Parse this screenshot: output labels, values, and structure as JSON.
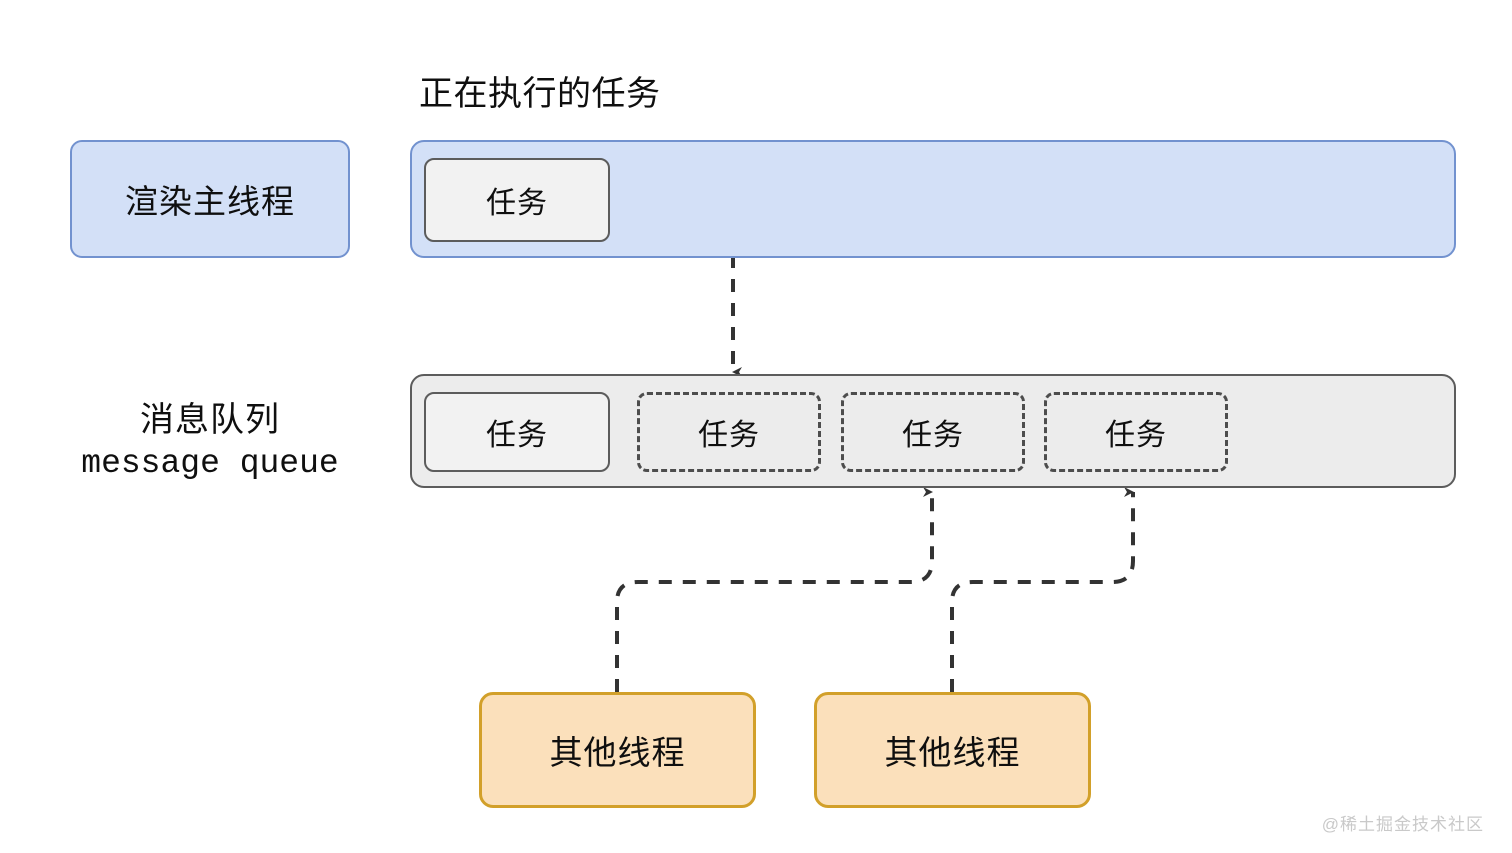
{
  "diagram": {
    "title": "正在执行的任务",
    "main_thread": {
      "label": "渲染主线程",
      "running_task_label": "任务"
    },
    "message_queue": {
      "label_cn": "消息队列",
      "label_en": "message queue",
      "tasks": [
        {
          "label": "任务",
          "style": "solid"
        },
        {
          "label": "任务",
          "style": "dashed"
        },
        {
          "label": "任务",
          "style": "dashed"
        },
        {
          "label": "任务",
          "style": "dashed"
        }
      ]
    },
    "workers": [
      {
        "label": "其他线程"
      },
      {
        "label": "其他线程"
      }
    ],
    "watermark": "@稀土掘金技术社区",
    "colors": {
      "thread_fill": "#d3e0f7",
      "thread_border": "#7292cf",
      "queue_fill": "#ececec",
      "queue_border": "#5c5c5c",
      "task_fill": "#f2f2f2",
      "task_border": "#5c5c5c",
      "dashed_border": "#4d4d4d",
      "worker_fill": "#fbe0bb",
      "worker_border": "#d2a02a",
      "edge": "#333333",
      "text": "#0f0f0f",
      "watermark": "#c9c9c9"
    }
  }
}
